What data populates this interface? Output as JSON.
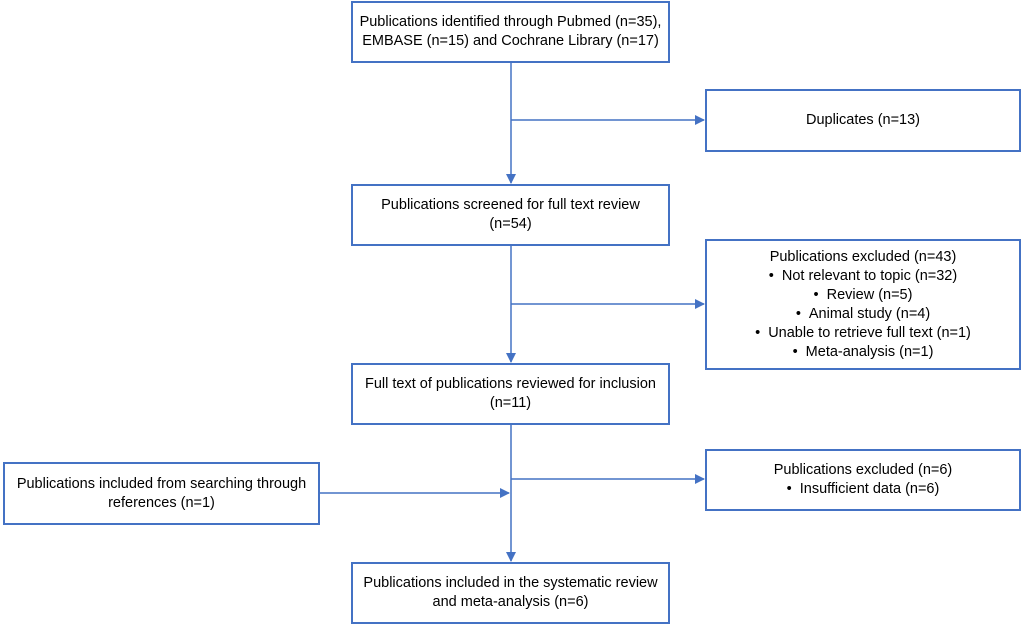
{
  "identified": {
    "line1": "Publications identified through Pubmed (n=35),",
    "line2": "EMBASE (n=15) and Cochrane Library (n=17)"
  },
  "duplicates": {
    "text": "Duplicates (n=13)"
  },
  "screened": {
    "line1": "Publications screened for full text review",
    "line2": "(n=54)"
  },
  "excluded1": {
    "title": "Publications excluded (n=43)",
    "reasons": [
      "Not relevant to topic (n=32)",
      "Review (n=5)",
      "Animal study (n=4)",
      "Unable to retrieve full text (n=1)",
      "Meta-analysis (n=1)"
    ]
  },
  "fulltext": {
    "line1": "Full text of publications reviewed for inclusion",
    "line2": "(n=11)"
  },
  "references": {
    "line1": "Publications included from searching through",
    "line2": "references (n=1)"
  },
  "excluded2": {
    "title": "Publications excluded (n=6)",
    "reasons": [
      "Insufficient data (n=6)"
    ]
  },
  "included": {
    "line1": "Publications included in the systematic review",
    "line2": "and meta-analysis (n=6)"
  },
  "colors": {
    "stroke": "#4472c4"
  }
}
